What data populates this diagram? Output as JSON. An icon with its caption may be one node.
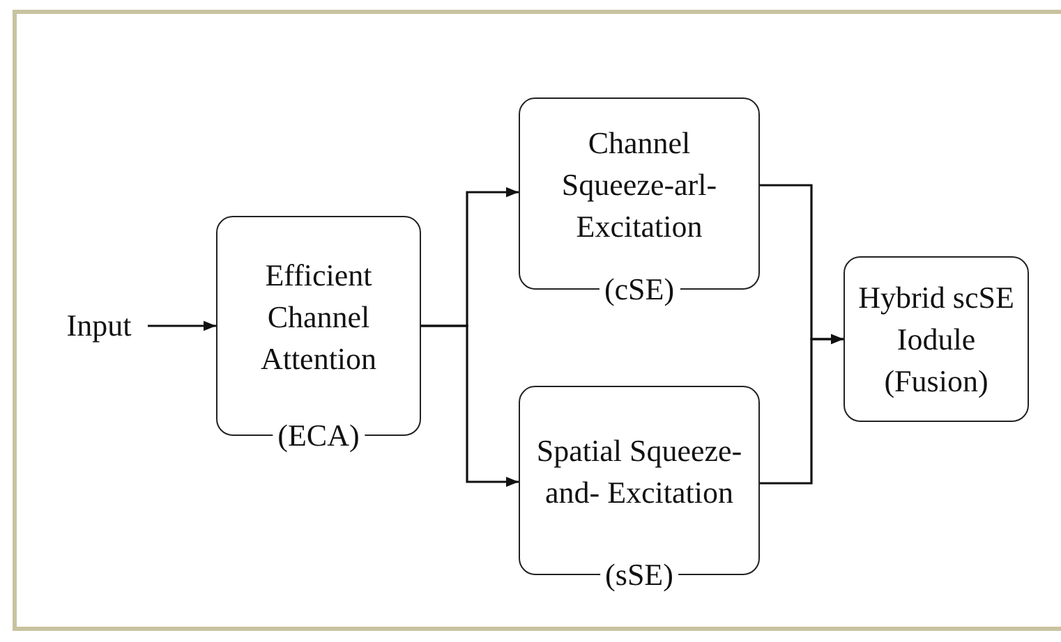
{
  "diagram": {
    "nodes": [
      {
        "text": [
          "Input"
        ]
      },
      {
        "text": [
          "Efficient Channel Attention",
          "(ECA)"
        ]
      },
      {
        "text": [
          "Channel Squeeze-arl- Excitation",
          "(cSE)"
        ]
      },
      {
        "text": [
          "Spatial Squeeze-and- Excitation",
          "(sSE)"
        ]
      },
      {
        "text": [
          "Hybrid scSE Iodule (Fusion)"
        ]
      }
    ],
    "edges": [
      {
        "from": 0,
        "to": 1,
        "arrow": "to"
      },
      {
        "from": 1,
        "to": 2,
        "arrow": "to"
      },
      {
        "from": 1,
        "to": 3,
        "arrow": "to"
      },
      {
        "from": 2,
        "to": 4,
        "arrow": "to"
      },
      {
        "from": 3,
        "to": 4,
        "arrow": "to"
      }
    ]
  }
}
